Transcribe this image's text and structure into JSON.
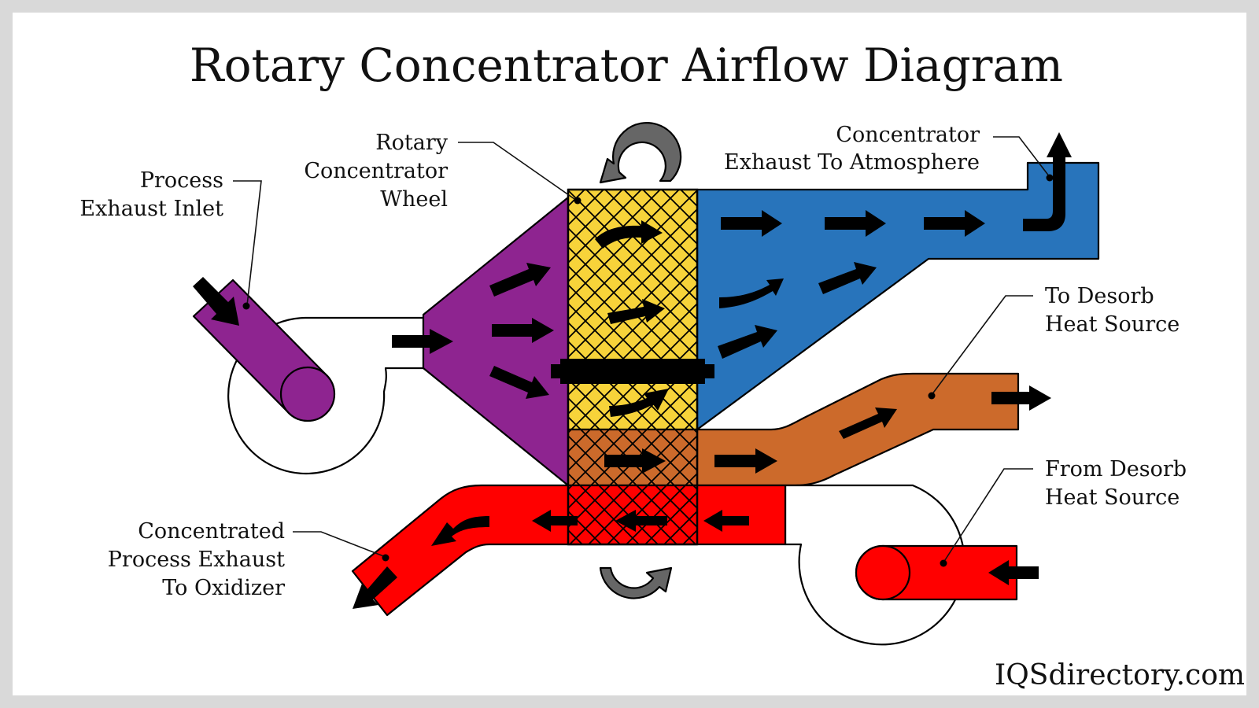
{
  "title": "Rotary Concentrator Airflow Diagram",
  "labels": {
    "process_inlet": [
      "Process",
      "Exhaust Inlet"
    ],
    "wheel": [
      "Rotary",
      "Concentrator",
      "Wheel"
    ],
    "exhaust_atmosphere": [
      "Concentrator",
      "Exhaust To Atmosphere"
    ],
    "to_desorb": [
      "To Desorb",
      "Heat Source"
    ],
    "from_desorb": [
      "From Desorb",
      "Heat Source"
    ],
    "concentrated": [
      "Concentrated",
      "Process Exhaust",
      "To Oxidizer"
    ]
  },
  "brand": "IQSdirectory.com",
  "colors": {
    "process": "#8e2490",
    "wheel": "#f7d33a",
    "clean": "#2874bb",
    "desorb": "#cc6a2b",
    "hot": "#ff0000",
    "rotation": "#666666"
  }
}
